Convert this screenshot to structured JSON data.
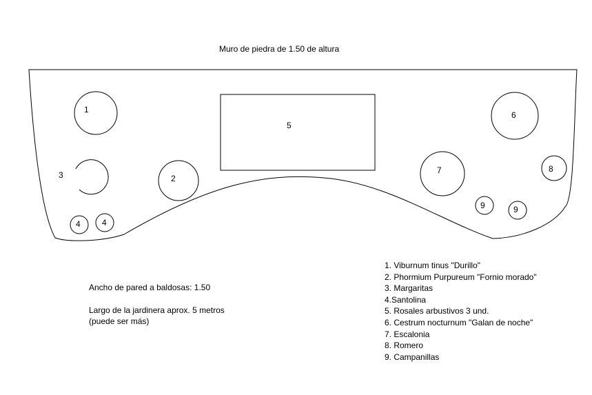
{
  "title": "Muro de piedra de 1.50 de altura",
  "notes": {
    "width": "Ancho de pared a baldosas: 1.50",
    "length": "Largo de la jardinera aprox. 5 metros",
    "length_extra": "(puede ser más)"
  },
  "plants": [
    {
      "label": "1"
    },
    {
      "label": "2"
    },
    {
      "label": "3"
    },
    {
      "label": "4"
    },
    {
      "label": "4"
    },
    {
      "label": "5"
    },
    {
      "label": "6"
    },
    {
      "label": "7"
    },
    {
      "label": "8"
    },
    {
      "label": "9"
    },
    {
      "label": "9"
    }
  ],
  "legend": [
    "1. Viburnum tinus \"Durillo\"",
    "2. Phormium Purpureum \"Fornio morado\"",
    "3. Margaritas",
    "4.Santolina",
    "5. Rosales arbustivos 3 und.",
    "6. Cestrum nocturnum \"Galan de noche\"",
    "7. Escalonia",
    "8. Romero",
    "9. Campanillas"
  ],
  "colors": {
    "stroke": "#000000",
    "background": "#ffffff"
  }
}
